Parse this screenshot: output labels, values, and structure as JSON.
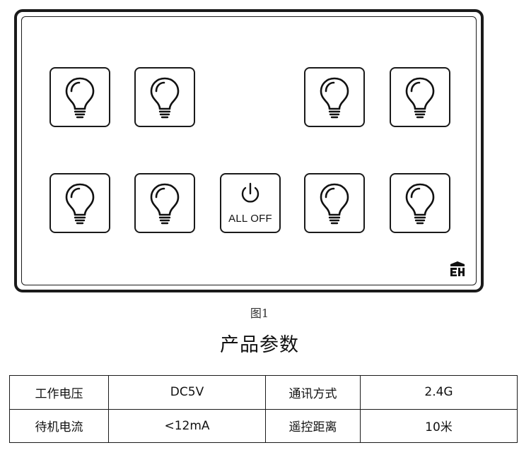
{
  "panel": {
    "keys": [
      {
        "type": "light",
        "icon": "light-bulb-icon"
      },
      {
        "type": "light",
        "icon": "light-bulb-icon"
      },
      {
        "type": "light",
        "icon": "light-bulb-icon"
      },
      {
        "type": "light",
        "icon": "light-bulb-icon"
      },
      {
        "type": "light",
        "icon": "light-bulb-icon"
      },
      {
        "type": "light",
        "icon": "light-bulb-icon"
      },
      {
        "type": "all_off",
        "icon": "power-icon",
        "label": "ALL OFF"
      },
      {
        "type": "light",
        "icon": "light-bulb-icon"
      },
      {
        "type": "light",
        "icon": "light-bulb-icon"
      }
    ],
    "logo_icon": "brand-logo-icon"
  },
  "figure_caption": "图1",
  "section_title": "产品参数",
  "params_table": {
    "rows": [
      [
        "工作电压",
        "DC5V",
        "通讯方式",
        "2.4G"
      ],
      [
        "待机电流",
        "<12mA",
        "遥控距离",
        "10米"
      ]
    ]
  }
}
